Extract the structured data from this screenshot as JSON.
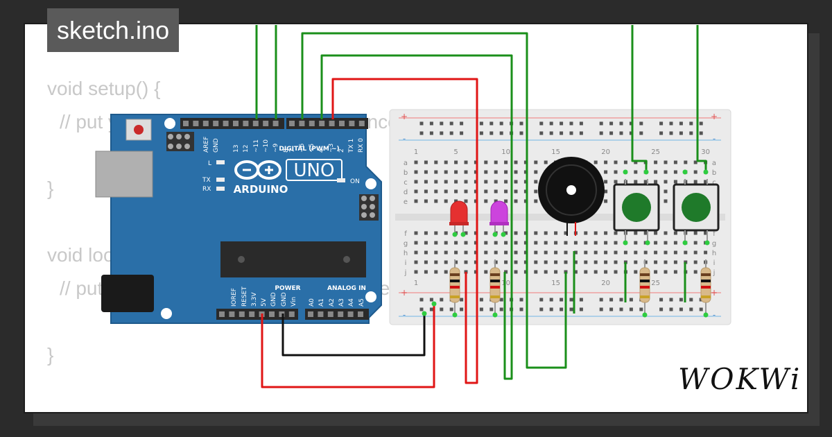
{
  "sketch": {
    "filename": "sketch.ino"
  },
  "code_lines": [
    {
      "text": "void setup() {",
      "indent": false
    },
    {
      "text": "// put your setup code here, to run once:",
      "indent": true
    },
    {
      "text": "",
      "indent": false
    },
    {
      "text": "}",
      "indent": false
    },
    {
      "text": "",
      "indent": false
    },
    {
      "text": "void loop() {",
      "indent": false
    },
    {
      "text": "// put your main code here, to run repeatedly:",
      "indent": true
    },
    {
      "text": "",
      "indent": false
    },
    {
      "text": "}",
      "indent": false
    }
  ],
  "arduino": {
    "model": "UNO",
    "brand": "ARDUINO",
    "digital_label": "DIGITAL (PWM ~)",
    "pins_top": [
      "AREF",
      "GND",
      "13",
      "12",
      "~11",
      "~10",
      "~9",
      "8",
      "7",
      "~6",
      "~5",
      "4",
      "~3",
      "2",
      "TX 1",
      "RX 0"
    ],
    "power_label": "POWER",
    "analog_label": "ANALOG IN",
    "pins_bottom": [
      "IOREF",
      "RESET",
      "3.3V",
      "5V",
      "GND",
      "GND",
      "Vin",
      "A0",
      "A1",
      "A2",
      "A3",
      "A4",
      "A5"
    ],
    "led_labels": [
      "L",
      "TX",
      "RX",
      "ON"
    ]
  },
  "breadboard": {
    "column_numbers": [
      "1",
      "5",
      "10",
      "15",
      "20",
      "25",
      "30"
    ],
    "row_letters_top": [
      "a",
      "b",
      "c",
      "d",
      "e"
    ],
    "row_letters_bottom": [
      "f",
      "g",
      "h",
      "i",
      "j"
    ],
    "rail_signs": [
      "+",
      "-"
    ]
  },
  "colors": {
    "green_wire": "#1a8f1a",
    "red_wire": "#e01515",
    "black_wire": "#111111",
    "board_blue": "#2a6fa8",
    "led_red": "#e53030",
    "led_purple": "#cc44dd",
    "button_green": "#1f7a2a"
  },
  "brand": {
    "text": "WOKWi"
  }
}
